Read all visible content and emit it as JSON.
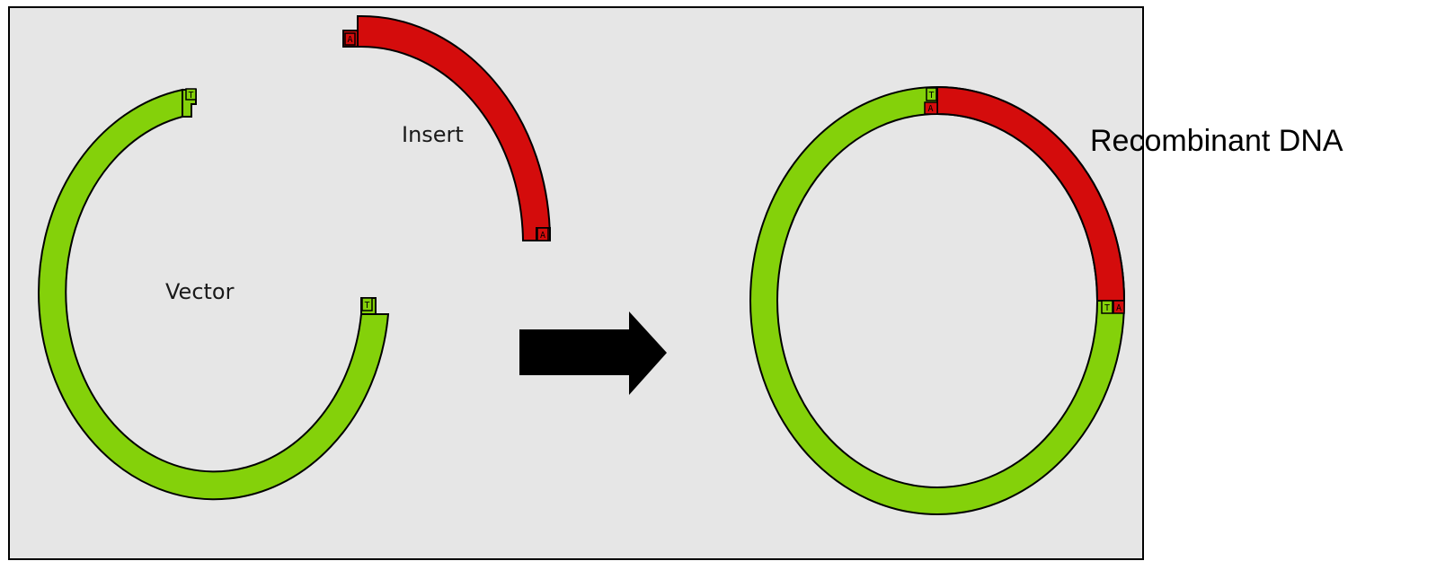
{
  "labels": {
    "vector": "Vector",
    "insert": "Insert",
    "recombinant": "Recombinant DNA"
  },
  "overhangs": {
    "t": "T",
    "a": "A"
  },
  "colors": {
    "panel_background": "#e6e6e6",
    "vector_green": "#84d10a",
    "insert_red": "#d40c0c",
    "outline": "#000000",
    "arrow": "#000000"
  }
}
